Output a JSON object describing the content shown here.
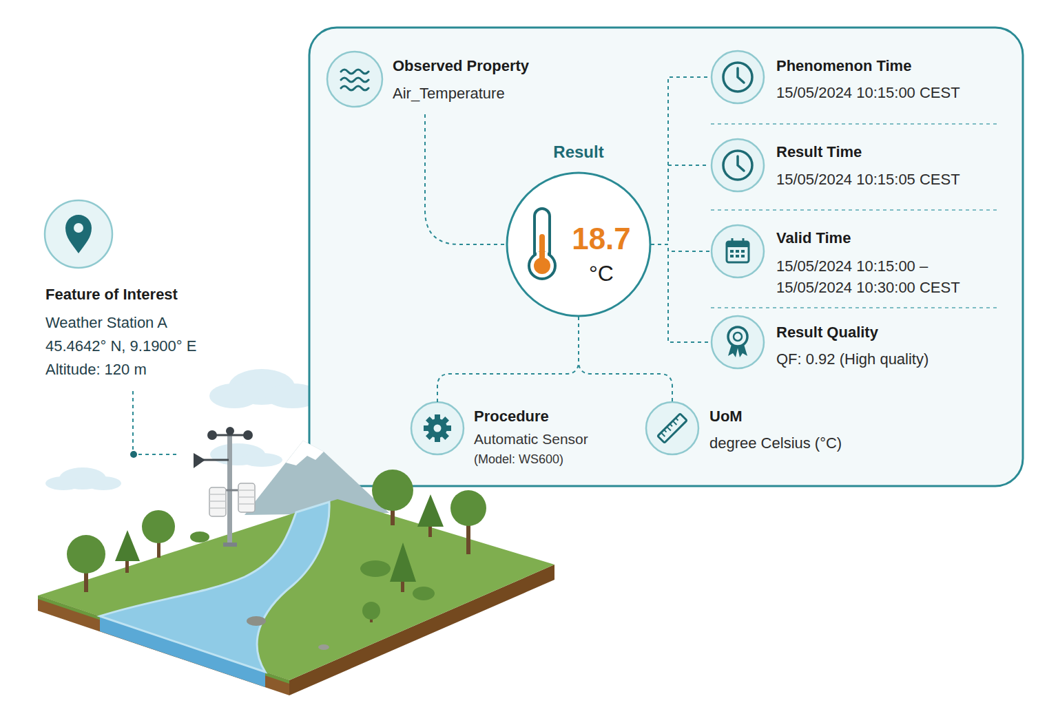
{
  "diagram": {
    "nodes": [
      {
        "text": [
          "Observed Property",
          "Air_Temperature"
        ]
      },
      {
        "text": [
          "Phenomenon Time",
          "15/05/2024 10:15:00 CEST"
        ]
      },
      {
        "text": [
          "Result",
          "18.7",
          "°C"
        ]
      },
      {
        "text": [
          "Result Time",
          "15/05/2024 10:15:05 CEST"
        ]
      },
      {
        "text": [
          "Valid Time",
          "15/05/2024 10:15:00 – 15/05/2024 10:30:00 CEST"
        ]
      },
      {
        "text": [
          "Feature of Interest",
          "Weather Station A",
          "45.4642° N, 9.1900° E",
          "Altitude: 120 m"
        ]
      },
      {
        "text": [
          "Result Quality",
          "QF: 0.92 (High quality)"
        ]
      },
      {
        "text": [
          "Procedure",
          "Automatic Sensor",
          "(Model: WS600)"
        ]
      },
      {
        "text": [
          "UoM",
          "degree Celsius (°C)"
        ]
      }
    ],
    "edges": [
      {
        "from": 0,
        "to": 2,
        "arrow": "none"
      },
      {
        "from": 2,
        "to": 1,
        "arrow": "none"
      },
      {
        "from": 2,
        "to": 3,
        "arrow": "none"
      },
      {
        "from": 2,
        "to": 4,
        "arrow": "none"
      },
      {
        "from": 2,
        "to": 6,
        "arrow": "none"
      },
      {
        "from": 2,
        "to": 7,
        "arrow": "none"
      },
      {
        "from": 2,
        "to": 8,
        "arrow": "none"
      }
    ]
  }
}
